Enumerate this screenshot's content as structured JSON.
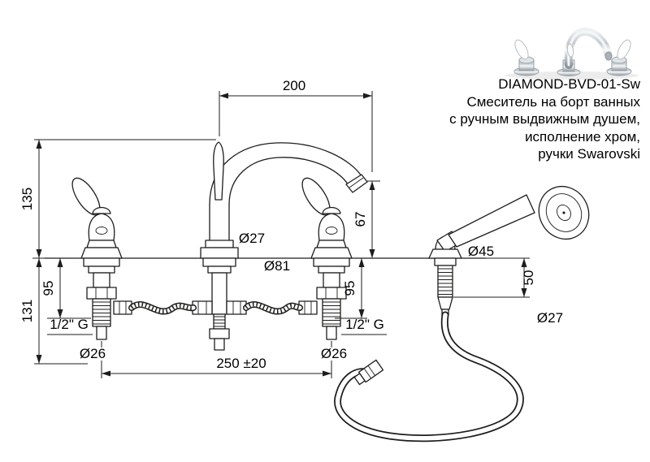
{
  "product": {
    "code": "DIAMOND-BVD-01-Sw",
    "desc1": "Смеситель на борт ванных",
    "desc2": "с ручным выдвижным душем,",
    "desc3": "исполнение хром,",
    "desc4": "ручки Swarovski"
  },
  "dimensions": {
    "spout_reach": "200",
    "height_above_deck": "135",
    "height_below_deck": "131",
    "valve_left_depth": "95",
    "valve_right_depth": "95",
    "spout_outlet_height": "67",
    "spout_column_diameter": "Ø27",
    "base_flange_diameter": "Ø81",
    "holder_flange_diameter": "Ø45",
    "holder_stub_depth": "50",
    "hose_fitting_diameter": "Ø27",
    "valve_left_diameter": "Ø26",
    "valve_right_diameter": "Ø26",
    "thread_left": "1/2\" G",
    "thread_right": "1/2\" G",
    "hole_spacing": "250 ±20"
  },
  "colors": {
    "line": "#1d1d1b",
    "background": "#ffffff"
  }
}
